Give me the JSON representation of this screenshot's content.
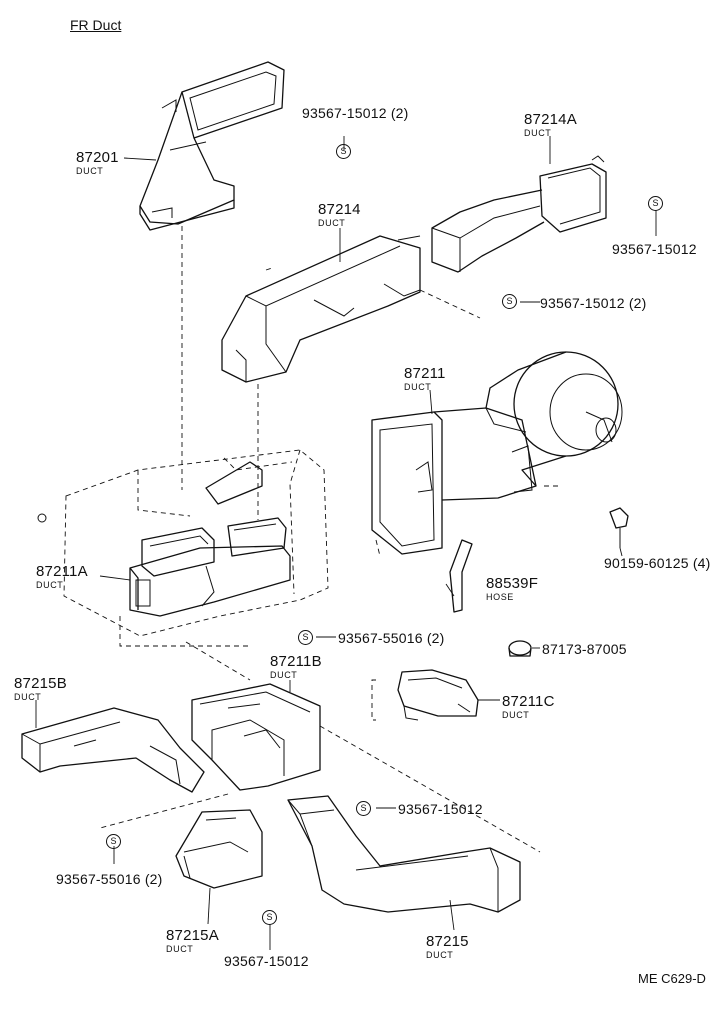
{
  "title": "FR Duct",
  "drawing_code": "ME C629-D",
  "fastener_symbol": "S",
  "parts": {
    "p87201": {
      "number": "87201",
      "name": "DUCT"
    },
    "p87214A": {
      "number": "87214A",
      "name": "DUCT"
    },
    "p87214": {
      "number": "87214",
      "name": "DUCT"
    },
    "p87211": {
      "number": "87211",
      "name": "DUCT"
    },
    "p87211A": {
      "number": "87211A",
      "name": "DUCT"
    },
    "p88539F": {
      "number": "88539F",
      "name": "HOSE"
    },
    "p87211B": {
      "number": "87211B",
      "name": "DUCT"
    },
    "p87215B": {
      "number": "87215B",
      "name": "DUCT"
    },
    "p87211C": {
      "number": "87211C",
      "name": "DUCT"
    },
    "p87215A": {
      "number": "87215A",
      "name": "DUCT"
    },
    "p87215": {
      "number": "87215",
      "name": "DUCT"
    }
  },
  "fasteners": {
    "f1": "93567-15012 (2)",
    "f2": "93567-15012",
    "f3": "93567-15012 (2)",
    "f4": "90159-60125 (4)",
    "f5": "87173-87005",
    "f6": "93567-55016 (2)",
    "f7": "93567-15012",
    "f8": "93567-55016 (2)",
    "f9": "93567-15012"
  }
}
